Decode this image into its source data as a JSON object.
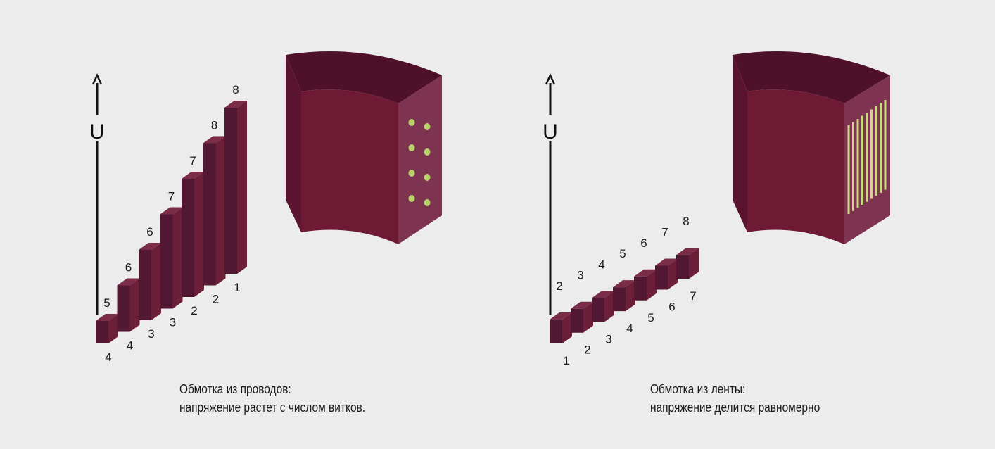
{
  "colors": {
    "front": "#6b1f38",
    "side": "#521733",
    "top": "#7a2c49",
    "dark": "#4f102a",
    "coil_face": "#7e3450",
    "coil_inner": "#6e1a34",
    "dots": "#b7d36a",
    "stripes": "#c9d980",
    "background": "#ececed"
  },
  "left_panel": {
    "axis_label": "U",
    "top_labels": [
      "5",
      "6",
      "6",
      "7",
      "7",
      "8",
      "8"
    ],
    "bottom_labels": [
      "4",
      "4",
      "3",
      "3",
      "2",
      "2",
      "1"
    ],
    "caption_line1": "Обмотка из проводов:",
    "caption_line2": "напряжение растет с числом витков.",
    "coil_icon": "wire-winding-cross-section"
  },
  "right_panel": {
    "axis_label": "U",
    "top_labels": [
      "2",
      "3",
      "4",
      "5",
      "6",
      "7",
      "8"
    ],
    "bottom_labels": [
      "1",
      "2",
      "3",
      "4",
      "5",
      "6",
      "7"
    ],
    "caption_line1": "Обмотка из ленты:",
    "caption_line2": "напряжение делится равномерно",
    "coil_icon": "foil-winding-cross-section"
  }
}
